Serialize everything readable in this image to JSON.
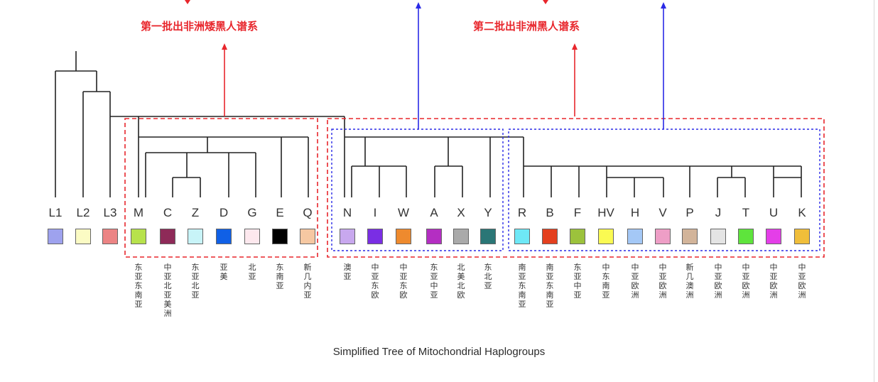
{
  "caption": "Simplified Tree of Mitochondrial Haplogroups",
  "labels": {
    "first_migration": "第一批出非洲矮黑人谱系",
    "second_migration": "第二批出非洲黑人谱系"
  },
  "colors": {
    "tree_line": "#222222",
    "red": "#e8262c",
    "blue": "#2a2ae6"
  },
  "haplogroups": [
    {
      "name": "L1",
      "color": "#9ea2ee",
      "region": ""
    },
    {
      "name": "L2",
      "color": "#fbfbc4",
      "region": ""
    },
    {
      "name": "L3",
      "color": "#ec8484",
      "region": ""
    },
    {
      "name": "M",
      "color": "#b7e24c",
      "region": "东亚东南亚"
    },
    {
      "name": "C",
      "color": "#8e2a58",
      "region": "中亚北亚美洲"
    },
    {
      "name": "Z",
      "color": "#c8f4f8",
      "region": "东亚北亚"
    },
    {
      "name": "D",
      "color": "#1060e6",
      "region": "亚美"
    },
    {
      "name": "G",
      "color": "#fde8ee",
      "region": "北亚"
    },
    {
      "name": "E",
      "color": "#000000",
      "region": "东南亚"
    },
    {
      "name": "Q",
      "color": "#f6c8a2",
      "region": "新几内亚"
    },
    {
      "name": "N",
      "color": "#c8a8ee",
      "region": "澳亚"
    },
    {
      "name": "I",
      "color": "#7a2ee4",
      "region": "中亚东欧"
    },
    {
      "name": "W",
      "color": "#ee8a2e",
      "region": "中亚东欧"
    },
    {
      "name": "A",
      "color": "#b42ec2",
      "region": "东亚中亚"
    },
    {
      "name": "X",
      "color": "#aaaaaa",
      "region": "北美北欧"
    },
    {
      "name": "Y",
      "color": "#2a7676",
      "region": "东北亚"
    },
    {
      "name": "R",
      "color": "#6ee8f6",
      "region": "南亚东南亚"
    },
    {
      "name": "B",
      "color": "#e4401e",
      "region": "南亚东南亚"
    },
    {
      "name": "F",
      "color": "#9cc23c",
      "region": "东亚中亚"
    },
    {
      "name": "HV",
      "color": "#fafa52",
      "region": "中东南亚"
    },
    {
      "name": "H",
      "color": "#a4c8f6",
      "region": "中亚欧洲"
    },
    {
      "name": "V",
      "color": "#ee9ec6",
      "region": "中亚欧洲"
    },
    {
      "name": "P",
      "color": "#d2b49a",
      "region": "新几澳洲"
    },
    {
      "name": "J",
      "color": "#e4e4e4",
      "region": "中亚欧洲"
    },
    {
      "name": "T",
      "color": "#5ee43c",
      "region": "中亚欧洲"
    },
    {
      "name": "U",
      "color": "#e43ee8",
      "region": "中亚欧洲"
    },
    {
      "name": "K",
      "color": "#f0be3a",
      "region": "中亚欧洲"
    }
  ]
}
